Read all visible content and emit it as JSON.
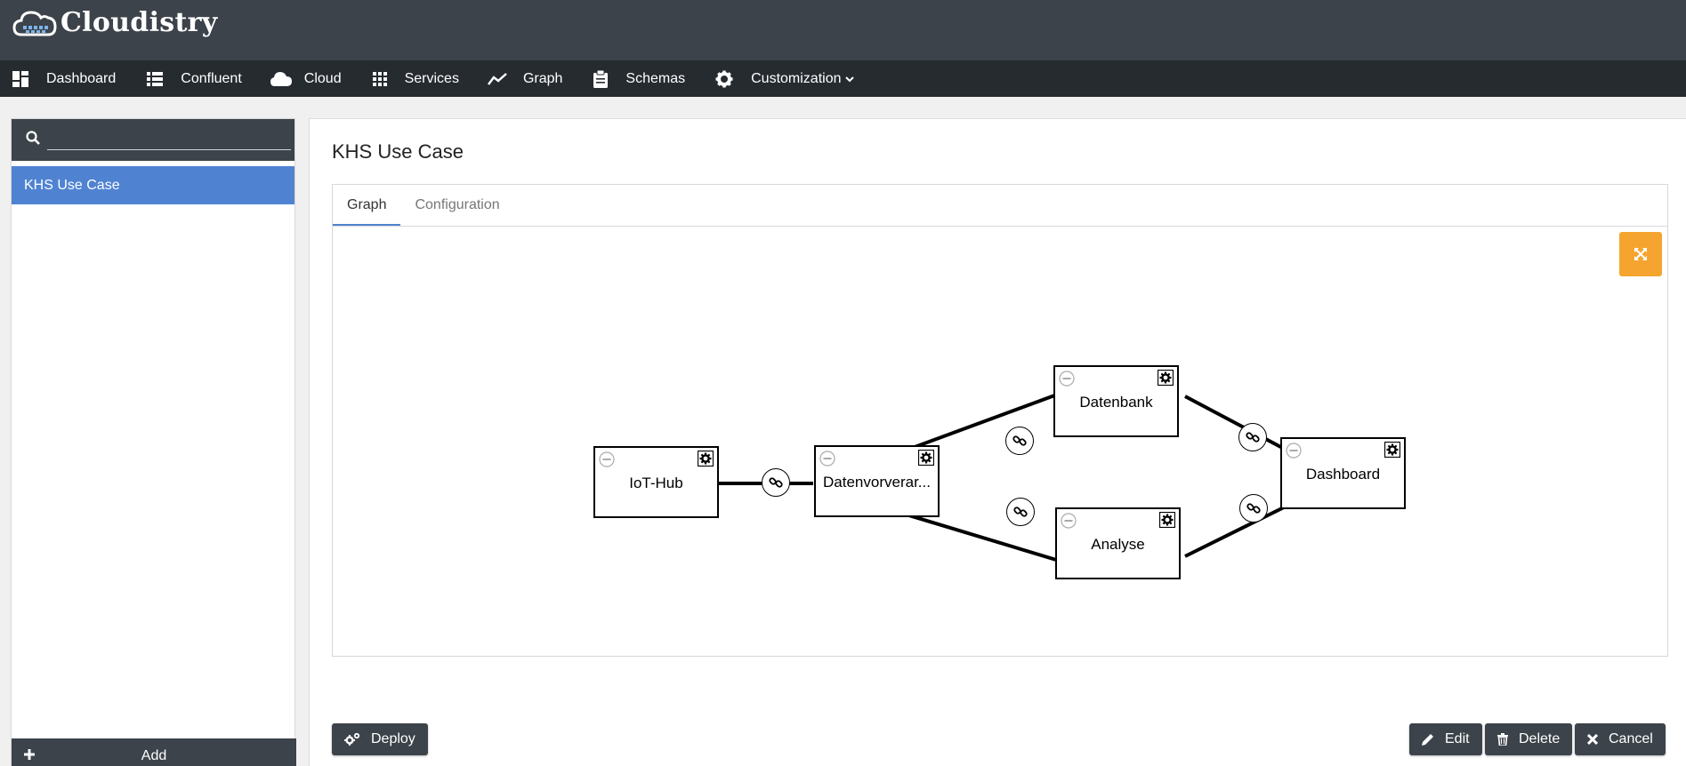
{
  "app": {
    "title": "Cloudistry"
  },
  "nav": {
    "items": [
      {
        "label": "Dashboard",
        "icon": "dashboard-icon"
      },
      {
        "label": "Confluent",
        "icon": "list-icon"
      },
      {
        "label": "Cloud",
        "icon": "cloud-icon"
      },
      {
        "label": "Services",
        "icon": "grid-icon"
      },
      {
        "label": "Graph",
        "icon": "chart-line-icon"
      },
      {
        "label": "Schemas",
        "icon": "clipboard-icon"
      },
      {
        "label": "Customization",
        "icon": "gear-icon"
      }
    ]
  },
  "sidebar": {
    "search": {
      "value": "",
      "placeholder": ""
    },
    "items": [
      {
        "label": "KHS Use Case",
        "selected": true
      }
    ],
    "add_label": "Add"
  },
  "main": {
    "title": "KHS Use Case",
    "tabs": [
      {
        "label": "Graph",
        "active": true
      },
      {
        "label": "Configuration",
        "active": false
      }
    ]
  },
  "graph": {
    "nodes": [
      {
        "id": "iot-hub",
        "label": "IoT-Hub"
      },
      {
        "id": "datenvorverarbeitung",
        "label": "Datenvorverar..."
      },
      {
        "id": "datenbank",
        "label": "Datenbank"
      },
      {
        "id": "analyse",
        "label": "Analyse"
      },
      {
        "id": "dashboard",
        "label": "Dashboard"
      }
    ],
    "edges": [
      {
        "from": "iot-hub",
        "to": "datenvorverarbeitung"
      },
      {
        "from": "datenvorverarbeitung",
        "to": "datenbank"
      },
      {
        "from": "datenvorverarbeitung",
        "to": "analyse"
      },
      {
        "from": "datenbank",
        "to": "dashboard"
      },
      {
        "from": "analyse",
        "to": "dashboard"
      }
    ]
  },
  "actions": {
    "deploy_label": "Deploy",
    "edit_label": "Edit",
    "delete_label": "Delete",
    "cancel_label": "Cancel"
  },
  "colors": {
    "topbar": "#3c434a",
    "navbar": "#262b30",
    "selected": "#4f83d2",
    "accent": "#f5a52f"
  }
}
